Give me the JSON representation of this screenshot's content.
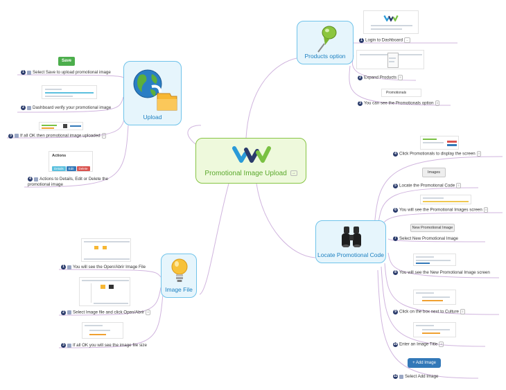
{
  "center": {
    "title": "Promotional Image Upload",
    "link_icon": "arrow-right-icon"
  },
  "products": {
    "title": "Products option",
    "items": [
      {
        "num": "1",
        "label": "Login to Dashboard"
      },
      {
        "num": "2",
        "label": "Expand Products"
      },
      {
        "num": "3",
        "label": "You can see the Promotionals option"
      }
    ],
    "thumb_text": "Promotionals"
  },
  "locate": {
    "title": "Locate Promotional Code",
    "items": [
      {
        "num": "4",
        "label": "Click Promotionals to display the screen"
      },
      {
        "num": "5",
        "label": "Locate the Promotional Code"
      },
      {
        "num": "6",
        "label": "You will see the Promotional Images screen"
      },
      {
        "num": "7",
        "label": "Select New Promotional Image"
      },
      {
        "num": "8",
        "label": "You will see the New Promotional Image screen"
      },
      {
        "num": "9",
        "label": "Click on the box next to Culture"
      },
      {
        "num": "10",
        "label": "Enter an Image Title"
      },
      {
        "num": "11",
        "label": "Select Add Image"
      }
    ],
    "images_button": "Images",
    "new_promo_button": "New Promotional Image",
    "add_image_button": "+ Add Image"
  },
  "upload": {
    "title": "Upload",
    "items": [
      {
        "num": "1",
        "label": "Select Save to upload promotional image"
      },
      {
        "num": "2",
        "label": "Dashboard verify your promotional image"
      },
      {
        "num": "3",
        "label": "If all OK then promotional image uploaded"
      },
      {
        "num": "4",
        "label": "Actions to Details, Edit or Delete the promotional image"
      }
    ],
    "save_button": "Save",
    "actions_title": "Actions",
    "action_details": "Details",
    "action_edit": "Edit",
    "action_delete": "Delete"
  },
  "imagefile": {
    "title": "Image File",
    "items": [
      {
        "num": "1",
        "label": "You will see the Open/Abrir Image File"
      },
      {
        "num": "2",
        "label": "Select Image file and click Open/Abrir"
      },
      {
        "num": "3",
        "label": "If all OK you will see the image file size"
      }
    ]
  },
  "colors": {
    "hub_border": "#6fc3ea",
    "hub_fill": "#e6f5fc",
    "center_border": "#86c443",
    "center_fill": "#eef9dc",
    "connector": "#c8a8d8"
  }
}
